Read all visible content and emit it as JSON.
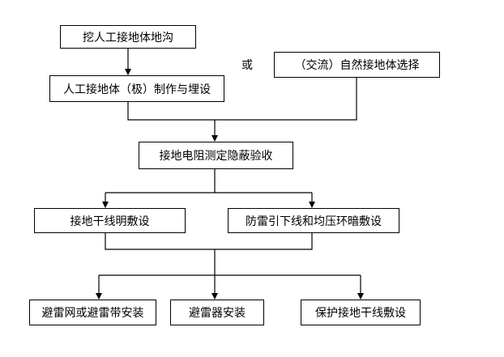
{
  "nodes": {
    "n1": "挖人工接地体地沟",
    "n2": "人工接地体（极）制作与埋设",
    "n3": "（交流）自然接地体选择",
    "n4": "接地电阻测定隐蔽验收",
    "n5": "接地干线明敷设",
    "n6": "防雷引下线和均压环暗敷设",
    "n7": "避雷网或避雷带安装",
    "n8": "避雷器安装",
    "n9": "保护接地干线敷设"
  },
  "or_label": "或",
  "colors": {
    "line": "#000000",
    "box_border": "#000000",
    "text": "#000000"
  }
}
